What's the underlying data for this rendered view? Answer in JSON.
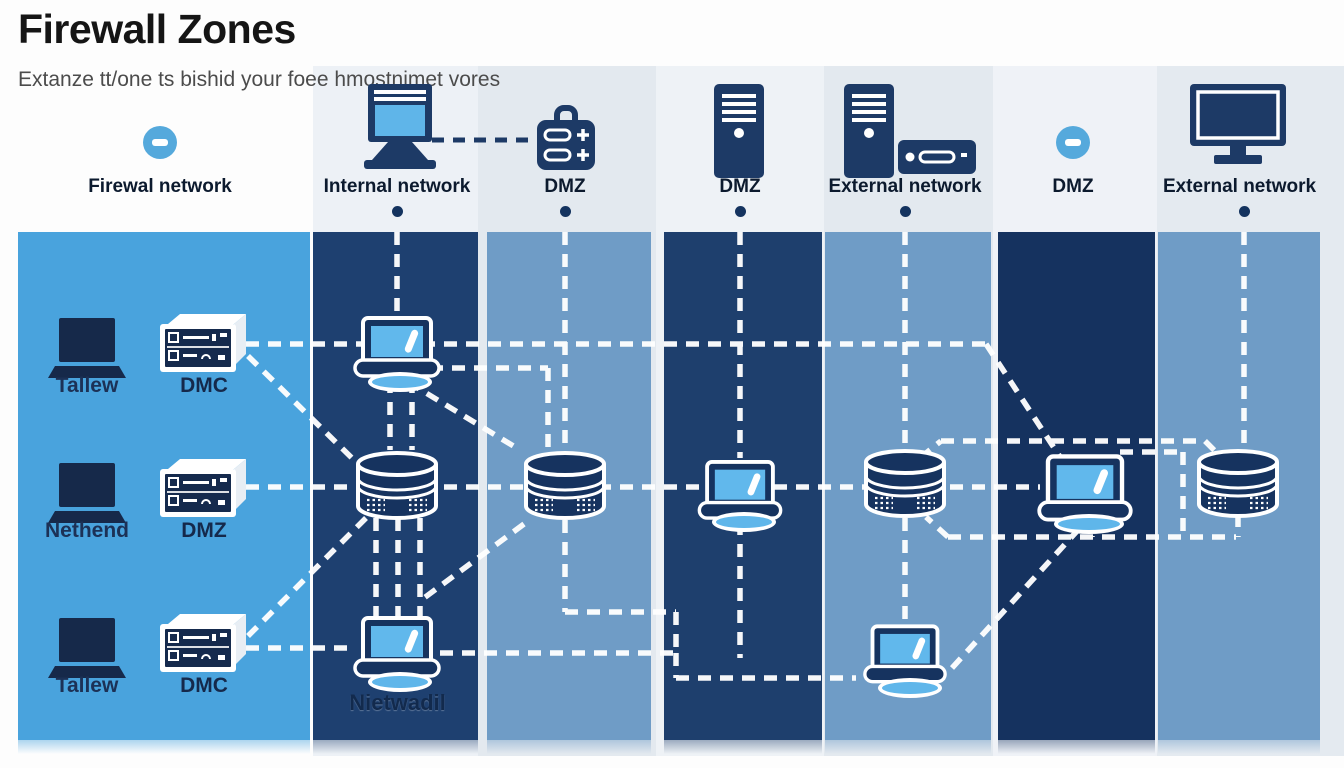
{
  "title": "Firewall Zones",
  "subtitle": "Extanze tt/one ts bishid your foee hmostnimet vores",
  "zones": [
    {
      "label": "Firewal network",
      "icon": "minus-circle-icon"
    },
    {
      "label": "Internal network",
      "icon": "desktop-computer-icon"
    },
    {
      "label": "DMZ",
      "icon": "dmz-case-icon"
    },
    {
      "label": "DMZ",
      "icon": "server-tower-icon"
    },
    {
      "label": "External network",
      "icon": "server-tower-device-icon"
    },
    {
      "label": "DMZ",
      "icon": "minus-circle-icon"
    },
    {
      "label": "External network",
      "icon": "monitor-icon"
    }
  ],
  "firewall_panel": {
    "rows": [
      {
        "device_label": "Tallew",
        "server_label": "DMC"
      },
      {
        "device_label": "Nethend",
        "server_label": "DMZ"
      },
      {
        "device_label": "Tallew",
        "server_label": "DMC"
      }
    ]
  },
  "internal_panel": {
    "bottom_label": "Nietwadil"
  },
  "colors": {
    "accent_blue": "#55a9dc",
    "zone_bright_blue": "#49a3dd",
    "zone_navy": "#1e4070",
    "zone_steel": "#6f9cc6",
    "zone_deep_navy": "#15325f"
  }
}
